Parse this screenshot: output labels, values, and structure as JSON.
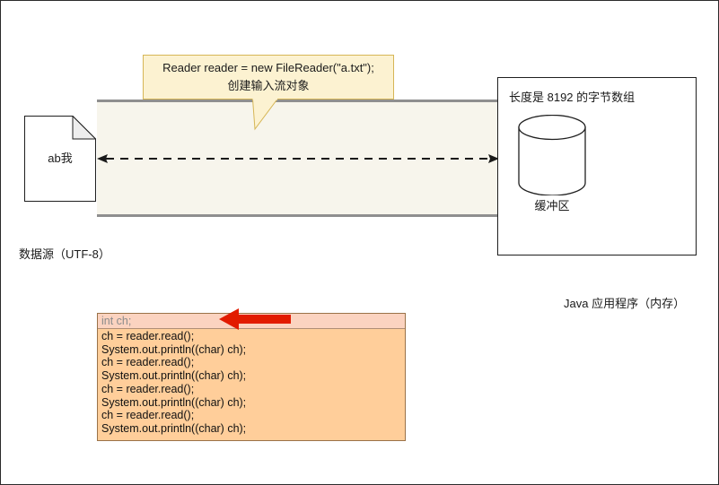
{
  "diagram": {
    "source": {
      "doc_text": "ab我",
      "caption": "数据源（UTF-8）"
    },
    "callout": {
      "line1": "Reader reader = new FileReader(\"a.txt\");",
      "line2": "创建输入流对象"
    },
    "java_app": {
      "box_title": "长度是 8192 的字节数组",
      "cylinder_label": "缓冲区",
      "caption": "Java 应用程序（内存）"
    },
    "code": {
      "declaration": "int ch;",
      "lines": [
        "ch = reader.read();",
        "System.out.println((char) ch);",
        "ch = reader.read();",
        "System.out.println((char) ch);",
        "ch = reader.read();",
        "System.out.println((char) ch);",
        "ch = reader.read();",
        "System.out.println((char) ch);"
      ]
    },
    "colors": {
      "pipe_fill": "#F7F5EC",
      "pipe_border": "#8f8f8f",
      "callout_fill": "#FCF2D1",
      "callout_border": "#D6B656",
      "code_fill": "#FFCE9A",
      "code_declaration_fill": "#FBD3C0",
      "code_border": "#9a7248",
      "arrow_red": "#E21B00"
    }
  }
}
